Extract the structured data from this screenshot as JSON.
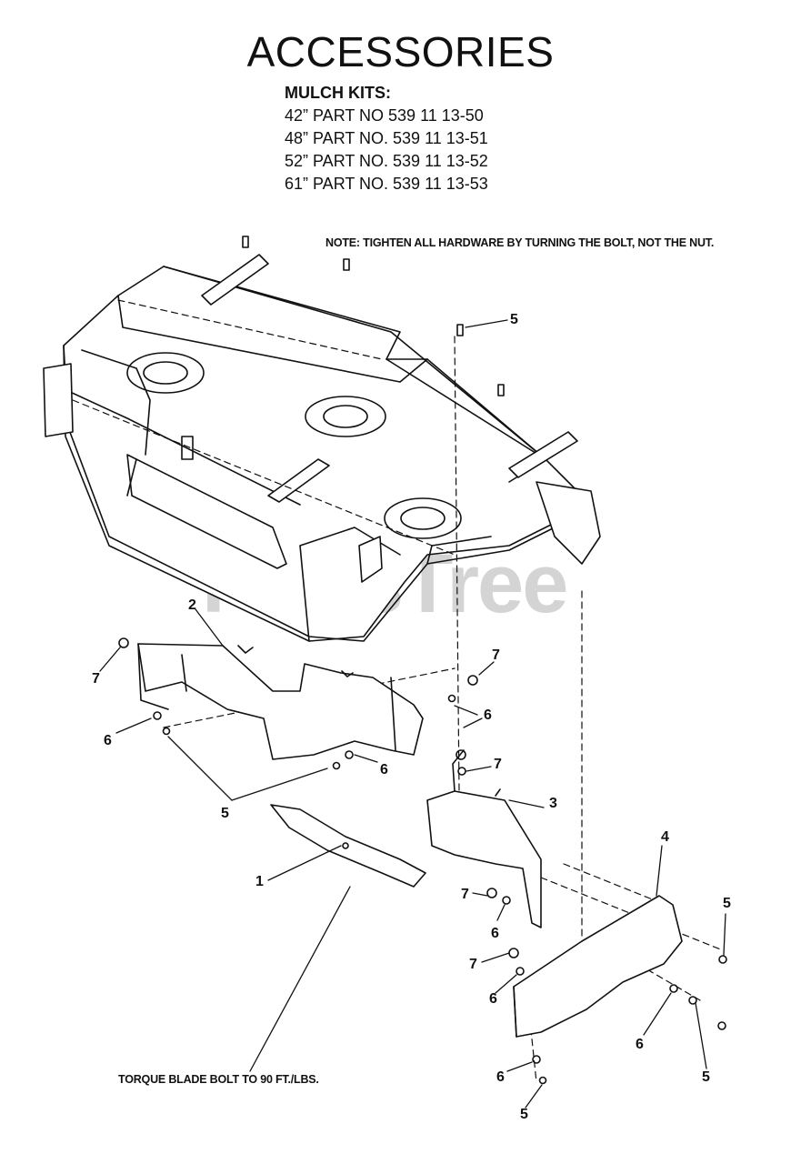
{
  "header": {
    "title": "ACCESSORIES",
    "kits_heading": "MULCH KITS:",
    "kits": [
      "42” PART NO 539 11 13-50",
      "48” PART NO. 539 11 13-51",
      "52” PART NO. 539 11 13-52",
      "61” PART NO. 539 11 13-53"
    ]
  },
  "notes": {
    "hardware": "NOTE: TIGHTEN ALL HARDWARE BY TURNING THE BOLT, NOT THE NUT.",
    "torque": "TORQUE BLADE BOLT TO 90 FT./LBS."
  },
  "watermark": "PartsTree",
  "callouts": [
    "5",
    "2",
    "7",
    "6",
    "6",
    "5",
    "7",
    "6",
    "7",
    "3",
    "1",
    "4",
    "5",
    "7",
    "6",
    "7",
    "6",
    "6",
    "5",
    "6",
    "5"
  ]
}
